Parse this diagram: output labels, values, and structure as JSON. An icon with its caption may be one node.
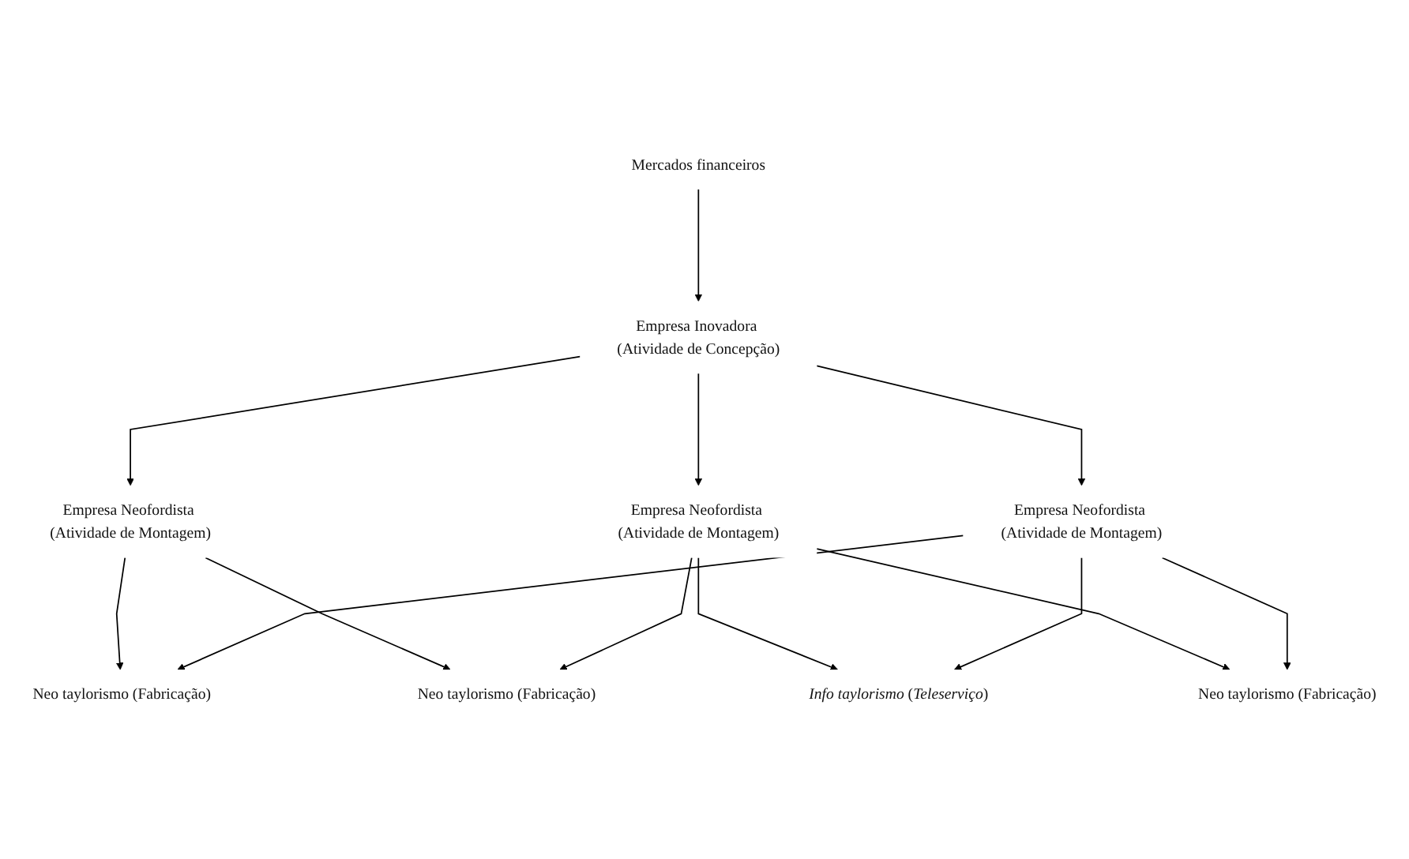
{
  "diagram": {
    "nodes": [
      {
        "text": [
          "Mercados financeiros"
        ]
      },
      {
        "text": [
          "Empresa Inovadora (Atividade de Concepção)"
        ]
      },
      {
        "text": [
          "Empresa Neofordista (Atividade de Montagem)"
        ]
      },
      {
        "text": [
          "Empresa Neofordista (Atividade de Montagem)"
        ]
      },
      {
        "text": [
          "Empresa Neofordista (Atividade de Montagem)"
        ]
      },
      {
        "text": [
          "Neo taylorismo (Fabricação)"
        ]
      },
      {
        "text": [
          "Neo taylorismo (Fabricação)"
        ]
      },
      {
        "text": [
          "*Info taylorismo* (*Teleserviço*)"
        ]
      },
      {
        "text": [
          "Neo taylorismo (Fabricação)"
        ]
      }
    ],
    "edges": [
      {
        "from": 0,
        "to": 1,
        "arrow": "to"
      },
      {
        "from": 1,
        "to": 2,
        "arrow": "to"
      },
      {
        "from": 1,
        "to": 3,
        "arrow": "to"
      },
      {
        "from": 1,
        "to": 4,
        "arrow": "to"
      },
      {
        "from": 2,
        "to": 5,
        "arrow": "to"
      },
      {
        "from": 2,
        "to": 6,
        "arrow": "to"
      },
      {
        "from": 3,
        "to": 6,
        "arrow": "to"
      },
      {
        "from": 3,
        "to": 7,
        "arrow": "to"
      },
      {
        "from": 3,
        "to": 8,
        "arrow": "to"
      },
      {
        "from": 4,
        "to": 5,
        "arrow": "to"
      },
      {
        "from": 4,
        "to": 7,
        "arrow": "to"
      },
      {
        "from": 4,
        "to": 8,
        "arrow": "to"
      }
    ]
  }
}
